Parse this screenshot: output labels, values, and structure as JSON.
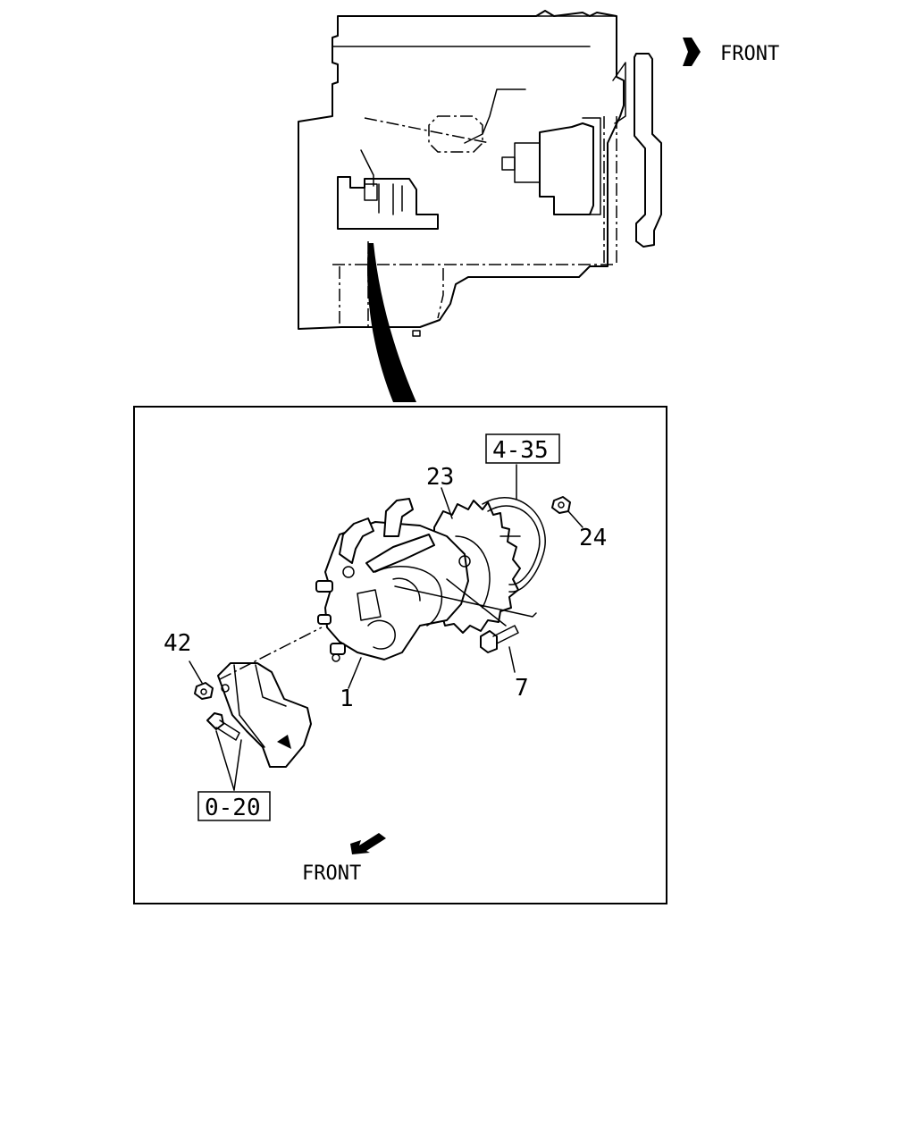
{
  "top_view": {
    "front_label": "FRONT"
  },
  "detail_view": {
    "front_label": "FRONT",
    "callouts": {
      "ref_4_35": "4-35",
      "ref_0_20": "0-20",
      "part_23": "23",
      "part_24": "24",
      "part_42": "42",
      "part_1": "1",
      "part_7": "7"
    }
  }
}
